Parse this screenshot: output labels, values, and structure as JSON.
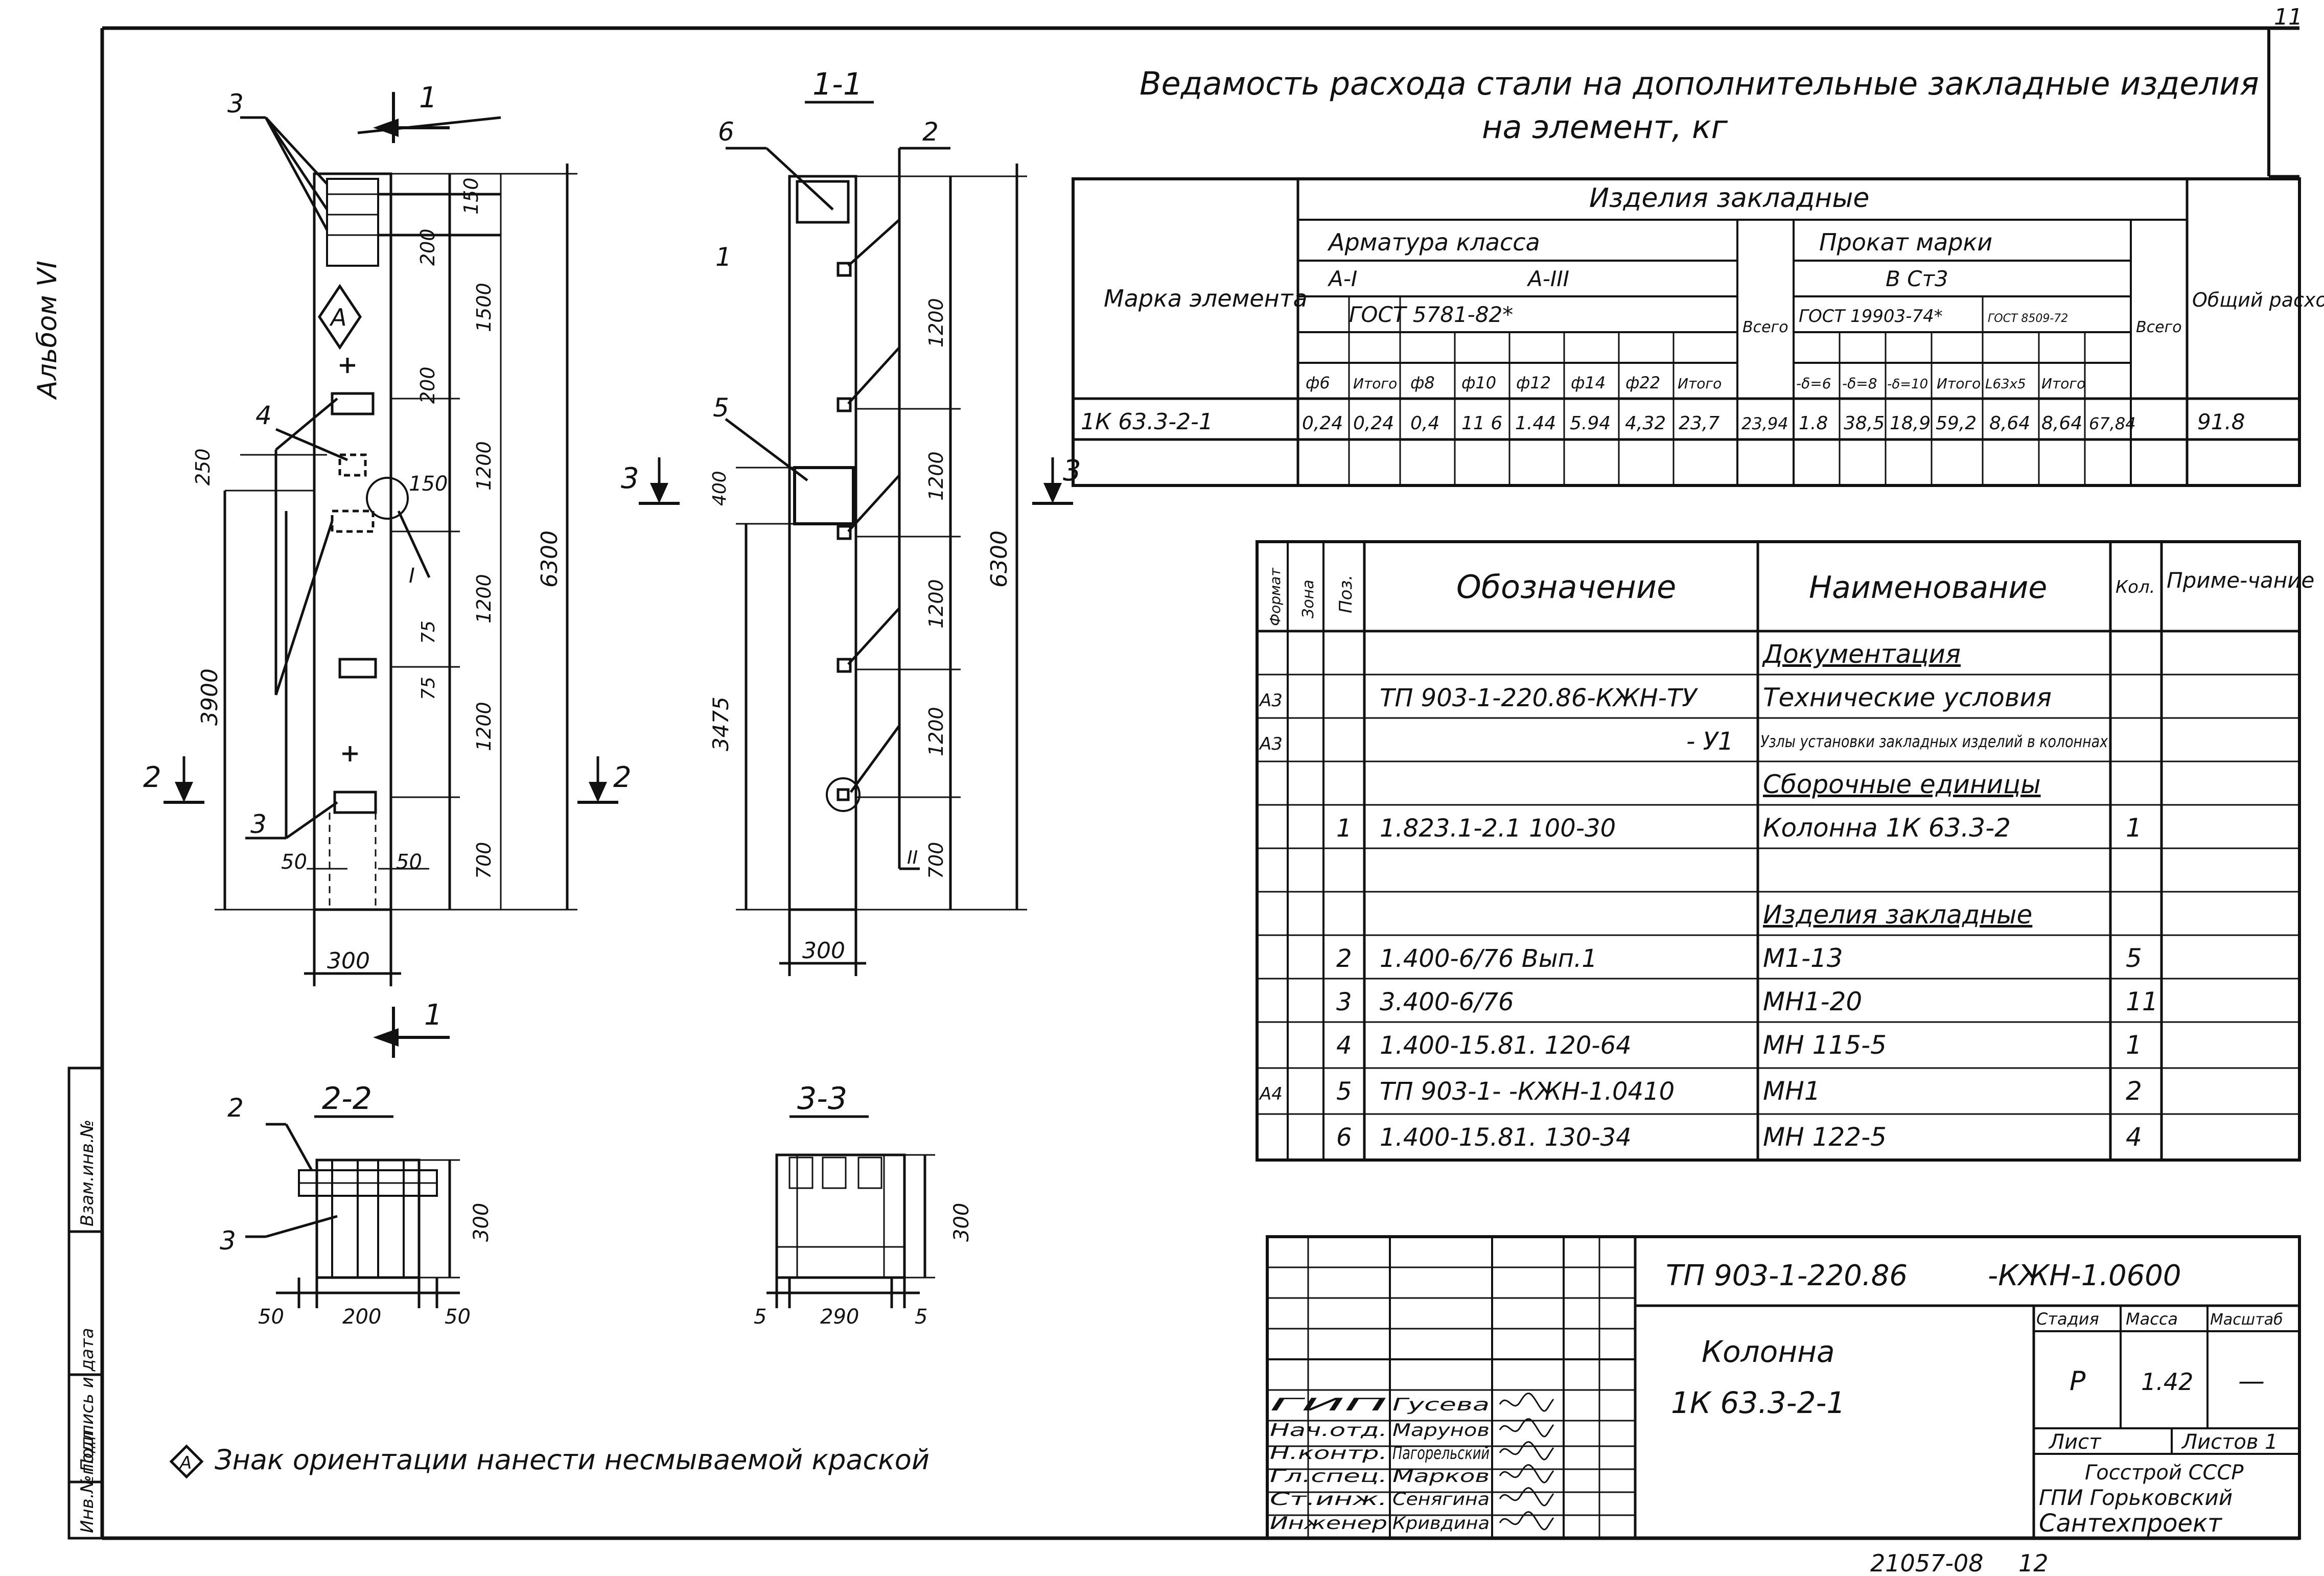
{
  "sheet": {
    "page_number": "11",
    "album_label": "Альбом VI",
    "bottom_code": "21057-08",
    "bottom_number": "12"
  },
  "elevation": {
    "section_mark": "1",
    "section_mark_bottom": "1",
    "cut_2_left": "2",
    "cut_2_right": "2",
    "pos_labels": [
      "3",
      "4",
      "3"
    ],
    "orientation_mark": "А",
    "width": "300",
    "offsets": [
      "50",
      "50"
    ],
    "dims_right": [
      "150",
      "1500",
      "200",
      "1200",
      "200",
      "1200",
      "75",
      "75",
      "1200",
      "700"
    ],
    "total": "6300",
    "dim_left_top": "250",
    "dim_left": "3900",
    "callout_label": "150",
    "callout_mark": "I"
  },
  "section11": {
    "title": "1-1",
    "pos_labels": [
      "6",
      "2",
      "1",
      "5"
    ],
    "cut_3_left": "3",
    "cut_3_right": "3",
    "dims_left": [
      "400",
      "3475"
    ],
    "dims_right": [
      "1200",
      "1200",
      "1200",
      "1200",
      "700"
    ],
    "total": "6300",
    "width": "300",
    "node_mark": "II"
  },
  "section22": {
    "title": "2-2",
    "pos_labels": [
      "2",
      "3"
    ],
    "dims": [
      "50",
      "200",
      "50"
    ],
    "height": "300"
  },
  "section33": {
    "title": "3-3",
    "dims": [
      "5",
      "290",
      "5"
    ],
    "height": "300"
  },
  "steel_table": {
    "title_line1": "Ведамость расхода стали на дополнительные закладные изделия",
    "title_line2": "на элемент, кг",
    "group_header": "Изделия закладные",
    "col_mark": "Марка элемента",
    "col_total": "Общий расход",
    "col_subtotal": "Всего",
    "rebar_header": "Арматура класса",
    "rebar_a1": "А-I",
    "rebar_a3": "А-III",
    "rebar_gost": "ГОСТ 5781-82*",
    "rolled_header": "Прокат марки",
    "rolled_grade": "В Ст3",
    "rolled_gost1": "ГОСТ 19903-74*",
    "rolled_gost2": "ГОСТ 8509-72",
    "sub_cols": [
      "ф6",
      "Итого",
      "ф8",
      "ф10",
      "ф12",
      "ф14",
      "ф22",
      "Итого",
      "-δ=6",
      "-δ=8",
      "-δ=10",
      "Итого",
      "L63х5",
      "Итого"
    ],
    "row": {
      "mark": "1К 63.3-2-1",
      "values": [
        "0,24",
        "0,24",
        "0,4",
        "11 6",
        "1.44",
        "5.94",
        "4,32",
        "23,7",
        "23,94",
        "1.8",
        "38,5",
        "18,9",
        "59,2",
        "8,64",
        "8,64",
        "67,84",
        "91.8"
      ]
    }
  },
  "spec": {
    "headers": {
      "format": "Формат",
      "zone": "Зона",
      "pos": "Поз.",
      "designation": "Обозначение",
      "name": "Наименование",
      "qty": "Кол.",
      "note": "Приме-чание"
    },
    "rows": [
      {
        "format": "",
        "pos": "",
        "designation": "",
        "name": "Документация",
        "qty": "",
        "section": true
      },
      {
        "format": "А3",
        "pos": "",
        "designation": "ТП 903-1-220.86-КЖН-ТУ",
        "name": "Технические условия",
        "qty": ""
      },
      {
        "format": "А3",
        "pos": "",
        "designation": "- У1",
        "name": "Узлы установки закладных изделий в колоннах",
        "qty": "",
        "small": true
      },
      {
        "format": "",
        "pos": "",
        "designation": "",
        "name": "Сборочные единицы",
        "qty": "",
        "section": true
      },
      {
        "format": "",
        "pos": "1",
        "designation": "1.823.1-2.1 100-30",
        "name": "Колонна 1К 63.3-2",
        "qty": "1"
      },
      {
        "format": "",
        "pos": "",
        "designation": "",
        "name": "",
        "qty": ""
      },
      {
        "format": "",
        "pos": "",
        "designation": "",
        "name": "Изделия закладные",
        "qty": "",
        "section": true
      },
      {
        "format": "",
        "pos": "2",
        "designation": "1.400-6/76 Вып.1",
        "name": "М1-13",
        "qty": "5"
      },
      {
        "format": "",
        "pos": "3",
        "designation": "3.400-6/76",
        "name": "МН1-20",
        "qty": "11"
      },
      {
        "format": "",
        "pos": "4",
        "designation": "1.400-15.81. 120-64",
        "name": "МН 115-5",
        "qty": "1"
      },
      {
        "format": "А4",
        "pos": "5",
        "designation": "ТП 903-1- -КЖН-1.0410",
        "name": "МН1",
        "qty": "2"
      },
      {
        "format": "",
        "pos": "6",
        "designation": "1.400-15.81. 130-34",
        "name": "МН 122-5",
        "qty": "4"
      }
    ]
  },
  "title_block": {
    "doc_code": "ТП 903-1-220.86",
    "doc_suffix": "-КЖН-1.0600",
    "object_line1": "Колонна",
    "object_line2": "1К 63.3-2-1",
    "stage_label": "Стадия",
    "mass_label": "Масса",
    "scale_label": "Масштаб",
    "stage": "Р",
    "mass": "1.42",
    "scale": "—",
    "sheet_label": "Лист",
    "sheets_label": "Листов 1",
    "org_line1": "Госстрой СССР",
    "org_line2": "ГПИ Горьковский",
    "org_line3": "Сантехпроект",
    "people": [
      {
        "role": "ГИП",
        "name": "Гусева"
      },
      {
        "role": "Нач.отд.",
        "name": "Марунов"
      },
      {
        "role": "Н.контр.",
        "name": "Пагорельский"
      },
      {
        "role": "Гл.спец.",
        "name": "Марков"
      },
      {
        "role": "Ст.инж.",
        "name": "Сенягина"
      },
      {
        "role": "Инженер",
        "name": "Кривдина"
      }
    ]
  },
  "side_stamp": [
    "Инв.№подл.",
    "Подпись и дата",
    "Взам.инв.№"
  ],
  "note": {
    "marker": "А",
    "text": "Знак ориентации нанести несмываемой краской"
  }
}
